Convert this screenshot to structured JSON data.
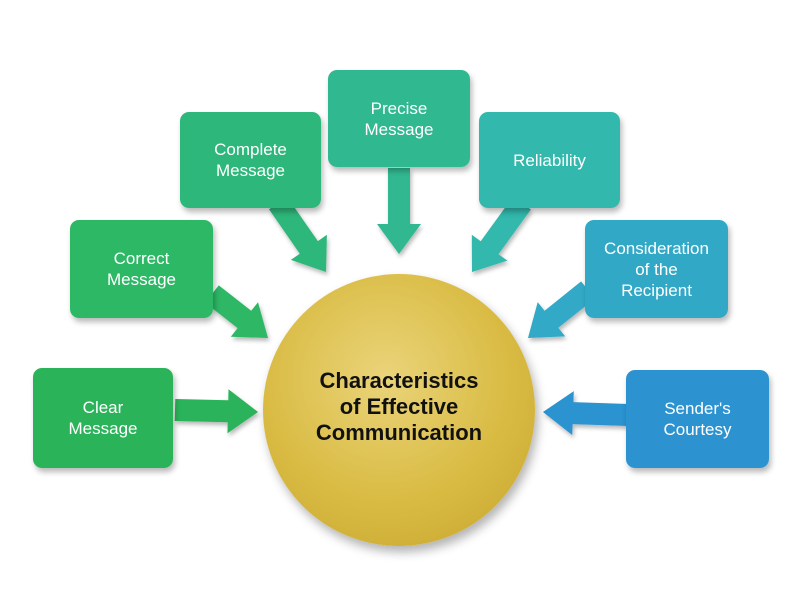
{
  "diagram": {
    "center": {
      "label": "Characteristics\nof Effective\nCommunication",
      "color": "#d9bb43"
    },
    "nodes": [
      {
        "id": "clear-message",
        "label": "Clear\nMessage",
        "color": "#2bb35a"
      },
      {
        "id": "correct-message",
        "label": "Correct\nMessage",
        "color": "#2db866"
      },
      {
        "id": "complete-message",
        "label": "Complete\nMessage",
        "color": "#2db77a"
      },
      {
        "id": "precise-message",
        "label": "Precise\nMessage",
        "color": "#30b891"
      },
      {
        "id": "reliability",
        "label": "Reliability",
        "color": "#33b8ad"
      },
      {
        "id": "consideration-of-the-recipient",
        "label": "Consideration\nof the\nRecipient",
        "color": "#31a9c6"
      },
      {
        "id": "senders-courtesy",
        "label": "Sender's\nCourtesy",
        "color": "#2c93d0"
      }
    ]
  }
}
